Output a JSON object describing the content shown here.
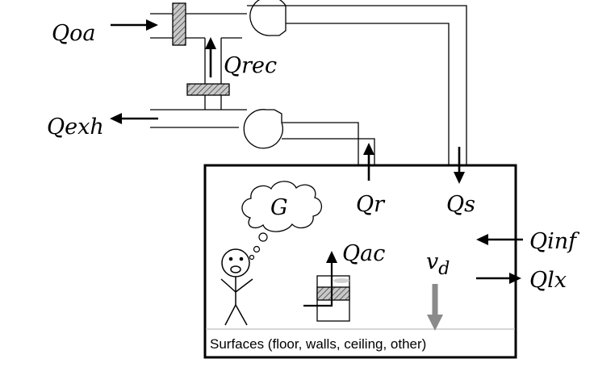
{
  "labels": {
    "outdoor_air": "Qoa",
    "exhaust_air": "Qexh",
    "recirculated_air": "Qrec",
    "return_air": "Qr",
    "supply_air": "Qs",
    "generation": "G",
    "air_cleaner": "Qac",
    "deposition_velocity_base": "v",
    "deposition_velocity_sub": "d",
    "infiltration": "Qinf",
    "leakage_exfiltration": "Qlx",
    "surfaces": "Surfaces (floor, walls, ceiling, other)"
  },
  "colors": {
    "line": "#000000",
    "deposition_arrow": "#8a8a8a",
    "damper_fill": "#a0a0a0",
    "surface_line": "#bfbfbf"
  }
}
